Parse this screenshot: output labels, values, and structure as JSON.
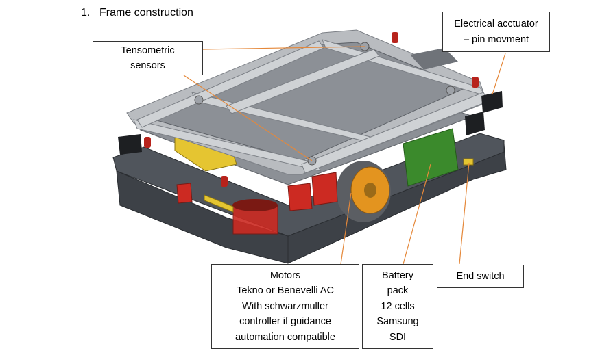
{
  "heading": {
    "number": "1.",
    "text": "Frame construction"
  },
  "callouts": {
    "tensometric": [
      "Tensometric",
      "sensors"
    ],
    "actuator": [
      "Electrical acctuator",
      "– pin movment"
    ],
    "motors": [
      "Motors",
      "Tekno or Benevelli AC",
      "With schwarzmuller",
      "controller if guidance",
      "automation compatible"
    ],
    "battery": [
      "Battery",
      "pack",
      "12 cells",
      "Samsung",
      "SDI"
    ],
    "endswitch": [
      "End switch"
    ]
  },
  "colors": {
    "leader": "#e5883a",
    "frame": "#b9bcc0",
    "frame_dark": "#7b7f85",
    "base": "#3d4147",
    "blue_box": "#2f74c4",
    "green_box": "#3b8a2c",
    "red_part": "#cc2a22",
    "yellow_part": "#e5c531",
    "wheel": "#e3941f"
  }
}
